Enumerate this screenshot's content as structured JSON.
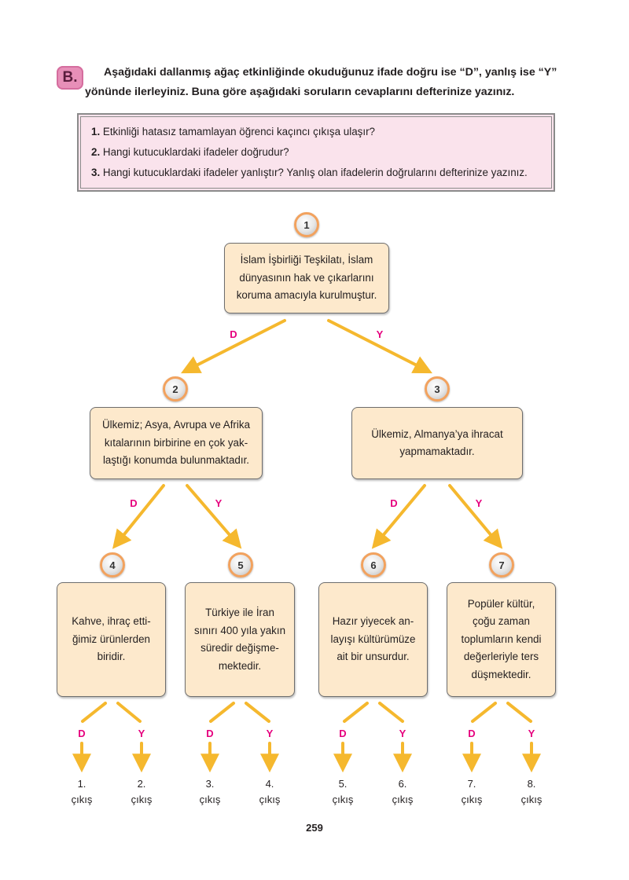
{
  "section_label": "B.",
  "instruction_line1": "Aşağıdaki dallanmış ağaç etkinliğinde okuduğunuz ifade doğru ise “D”, yanlış ise “Y”",
  "instruction_line2": "yönünde ilerleyiniz. Buna göre aşağıdaki soruların cevaplarını defterinize yazınız.",
  "questions": [
    {
      "num": "1.",
      "text": " Etkinliği hatasız tamamlayan öğrenci kaçıncı çıkışa ulaşır?"
    },
    {
      "num": "2.",
      "text": " Hangi kutucuklardaki ifadeler doğrudur?"
    },
    {
      "num": "3.",
      "text": " Hangi kutucuklardaki ifadeler yanlıştır? Yanlış olan ifadelerin doğrularını defterinize yazınız."
    }
  ],
  "nodes": [
    {
      "num": "1",
      "lines": [
        "İslam İşbirliği Teşkilatı, İslam",
        "dünyasının hak ve çıkarlarını",
        "koruma amacıyla kurulmuştur."
      ]
    },
    {
      "num": "2",
      "lines": [
        "Ülkemiz; Asya, Avrupa ve Afrika",
        "kıtalarının birbirine en çok yak-",
        "laştığı konumda bulunmaktadır."
      ]
    },
    {
      "num": "3",
      "lines": [
        "Ülkemiz, Almanya’ya ihracat",
        "yapmamaktadır."
      ]
    },
    {
      "num": "4",
      "lines": [
        "Kahve, ihraç etti-",
        "ğimiz ürünlerden",
        "biridir."
      ]
    },
    {
      "num": "5",
      "lines": [
        "Türkiye ile İran",
        "sınırı 400 yıla yakın",
        "süredir değişme-",
        "mektedir."
      ]
    },
    {
      "num": "6",
      "lines": [
        "Hazır yiyecek an-",
        "layışı kültürümüze",
        "ait bir unsurdur."
      ]
    },
    {
      "num": "7",
      "lines": [
        "Popüler kültür,",
        "çoğu zaman",
        "toplumların kendi",
        "değerleriyle ters",
        "düşmektedir."
      ]
    }
  ],
  "branch_labels": {
    "true": "D",
    "false": "Y"
  },
  "exits": [
    {
      "num": "1.",
      "word": "çıkış"
    },
    {
      "num": "2.",
      "word": "çıkış"
    },
    {
      "num": "3.",
      "word": "çıkış"
    },
    {
      "num": "4.",
      "word": "çıkış"
    },
    {
      "num": "5.",
      "word": "çıkış"
    },
    {
      "num": "6.",
      "word": "çıkış"
    },
    {
      "num": "7.",
      "word": "çıkış"
    },
    {
      "num": "8.",
      "word": "çıkış"
    }
  ],
  "page_number": "259",
  "colors": {
    "arrow": "#f5b82e",
    "label": "#e6007e",
    "node_fill": "#fde9cc",
    "question_fill": "#fae3ec"
  }
}
